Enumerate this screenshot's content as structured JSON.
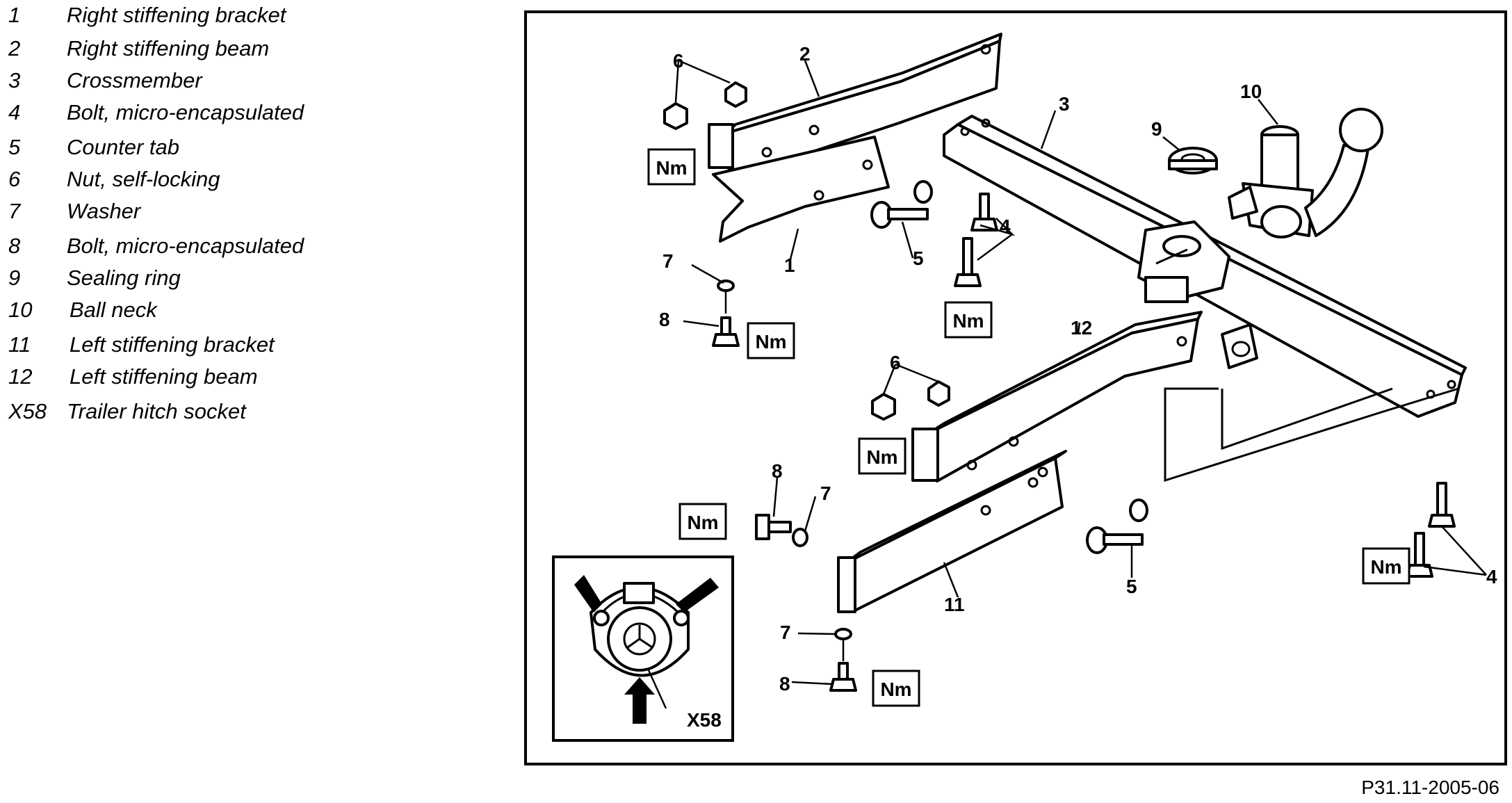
{
  "legend": [
    {
      "num": "1",
      "text": "Right stiffening bracket"
    },
    {
      "num": "2",
      "text": "Right stiffening beam"
    },
    {
      "num": "3",
      "text": "Crossmember"
    },
    {
      "num": "4",
      "text": "Bolt, micro-encapsulated"
    },
    {
      "num": "5",
      "text": "Counter tab"
    },
    {
      "num": "6",
      "text": "Nut, self-locking"
    },
    {
      "num": "7",
      "text": "Washer"
    },
    {
      "num": "8",
      "text": "Bolt, micro-encapsulated"
    },
    {
      "num": "9",
      "text": "Sealing ring"
    },
    {
      "num": "10",
      "text": "Ball neck"
    },
    {
      "num": "11",
      "text": "Left stiffening bracket"
    },
    {
      "num": "12",
      "text": "Left stiffening beam"
    },
    {
      "num": "X58",
      "text": "Trailer hitch socket"
    }
  ],
  "figure": {
    "id": "P31.11-2005-06",
    "torque_label": "Nm",
    "callouts": {
      "c1": "1",
      "c2": "2",
      "c3": "3",
      "c4a": "4",
      "c4b": "4",
      "c5a": "5",
      "c5b": "5",
      "c6a": "6",
      "c6b": "6",
      "c7a": "7",
      "c7b": "7",
      "c7c": "7",
      "c8a": "8",
      "c8b": "8",
      "c8c": "8",
      "c9": "9",
      "c10": "10",
      "c11": "11",
      "c12": "12",
      "cx58": "X58"
    }
  }
}
